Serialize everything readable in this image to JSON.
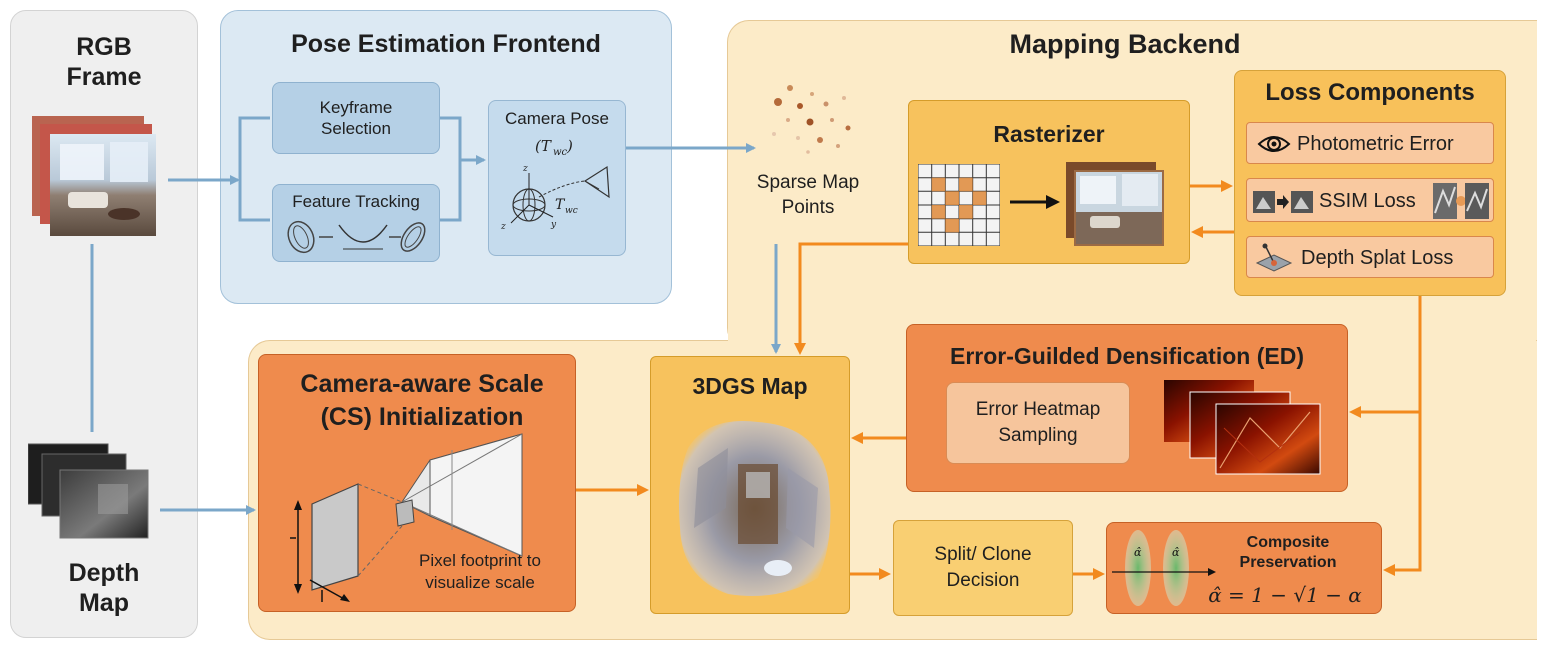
{
  "input": {
    "rgb_label": "RGB\nFrame",
    "depth_label": "Depth\nMap"
  },
  "pose_frontend": {
    "title": "Pose Estimation Frontend",
    "keyframe": "Keyframe\nSelection",
    "feature_tracking": "Feature Tracking",
    "camera_pose": "Camera Pose",
    "pose_symbol": "(T_wc)",
    "pose_symbol_small": "T_wc"
  },
  "sparse": {
    "label": "Sparse Map\nPoints"
  },
  "backend": {
    "title": "Mapping Backend",
    "rasterizer": "Rasterizer",
    "loss_title": "Loss Components",
    "loss_items": [
      {
        "label": "Photometric Error",
        "icon": "eye-icon"
      },
      {
        "label": "SSIM Loss",
        "icon": "image-pair-icon"
      },
      {
        "label": "Depth Splat Loss",
        "icon": "splat-icon"
      }
    ],
    "ed_title": "Error-Guilded Densification (ED)",
    "ed_sampling": "Error Heatmap\nSampling",
    "map_title": "3DGS Map",
    "cs_title": "Camera-aware Scale\n(CS) Initialization",
    "cs_caption": "Pixel footprint to\nvisualize scale",
    "split_clone": "Split/ Clone\nDecision",
    "composite_title": "Composite\nPreservation",
    "composite_formula": "α̂ = 1 − √1 − α",
    "alpha_hat": "α̂"
  },
  "colors": {
    "blue_arrow": "#7ba7c9",
    "orange_arrow": "#f28a1e",
    "orange_box": "#ef8b4d",
    "yellow_box": "#f7c25d",
    "backend_bg": "#fcebc8"
  }
}
